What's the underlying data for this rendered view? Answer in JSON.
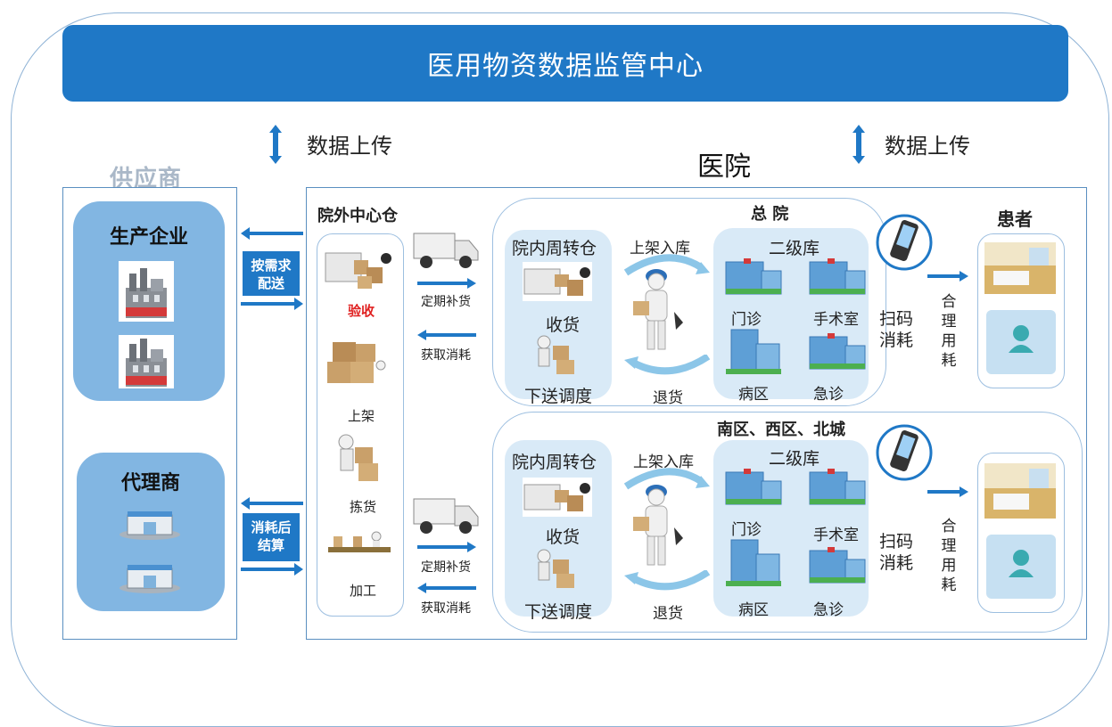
{
  "banner": {
    "title": "医用物资数据监管中心"
  },
  "upload": {
    "left_label": "数据上传",
    "right_label": "数据上传"
  },
  "supplier": {
    "title": "供应商",
    "manufacturer": {
      "title": "生产企业"
    },
    "agent": {
      "title": "代理商"
    }
  },
  "links": {
    "on_demand": {
      "line1": "按需求",
      "line2": "配送"
    },
    "settlement": {
      "line1": "消耗后",
      "line2": "结算"
    }
  },
  "hospital": {
    "title": "医院",
    "central_warehouse": {
      "title": "院外中心仓",
      "steps": [
        "验收",
        "上架",
        "拣货",
        "加工"
      ]
    },
    "flows": {
      "replenish": "定期补货",
      "consume": "获取消耗"
    },
    "branches": [
      {
        "title": "总 院",
        "turnover": {
          "title": "院内周转仓",
          "receive": "收货",
          "dispatch": "下送调度"
        },
        "shelf_in": "上架入库",
        "return": "退货",
        "secondary": {
          "title": "二级库",
          "units": [
            "门诊",
            "手术室",
            "病区",
            "急诊"
          ]
        },
        "scan": {
          "line1": "扫码",
          "line2": "消耗"
        },
        "reasonable": [
          "合",
          "理",
          "用",
          "耗"
        ],
        "patient": "患者"
      },
      {
        "title": "南区、西区、北城",
        "turnover": {
          "title": "院内周转仓",
          "receive": "收货",
          "dispatch": "下送调度"
        },
        "shelf_in": "上架入库",
        "return": "退货",
        "secondary": {
          "title": "二级库",
          "units": [
            "门诊",
            "手术室",
            "病区",
            "急诊"
          ]
        },
        "scan": {
          "line1": "扫码",
          "line2": "消耗"
        },
        "reasonable": [
          "合",
          "理",
          "用",
          "耗"
        ]
      }
    ]
  },
  "colors": {
    "primary": "#1f78c6",
    "panel_blue": "#82b6e2",
    "light_panel": "#d9eaf7",
    "patient_icon": "#3aaab0",
    "accent_red": "#e02020"
  },
  "icons": [
    "truck-icon",
    "factory-icon",
    "shop-icon",
    "boxes-icon",
    "worker-icon",
    "building-icon",
    "phone-scanner-icon",
    "patient-icon",
    "ward-photo-icon"
  ]
}
